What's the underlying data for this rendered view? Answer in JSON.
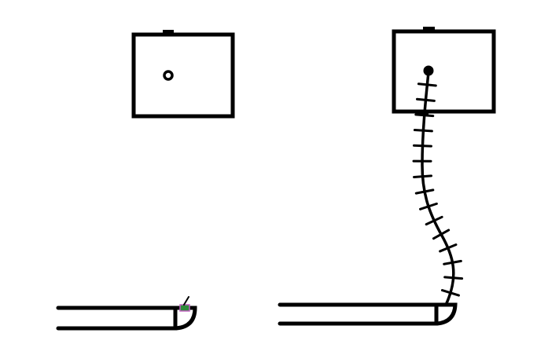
{
  "colors": {
    "stroke": "#000000",
    "background": "#ffffff",
    "marker_green": "#2e8b3a",
    "marker_magenta": "#c060c0"
  },
  "panels": [
    {
      "state": "before",
      "icons": [
        "box",
        "pin-dot",
        "pipe",
        "pen-marker"
      ]
    },
    {
      "state": "after",
      "icons": [
        "box",
        "pin-dot",
        "pipe",
        "stitched-wire"
      ]
    }
  ]
}
